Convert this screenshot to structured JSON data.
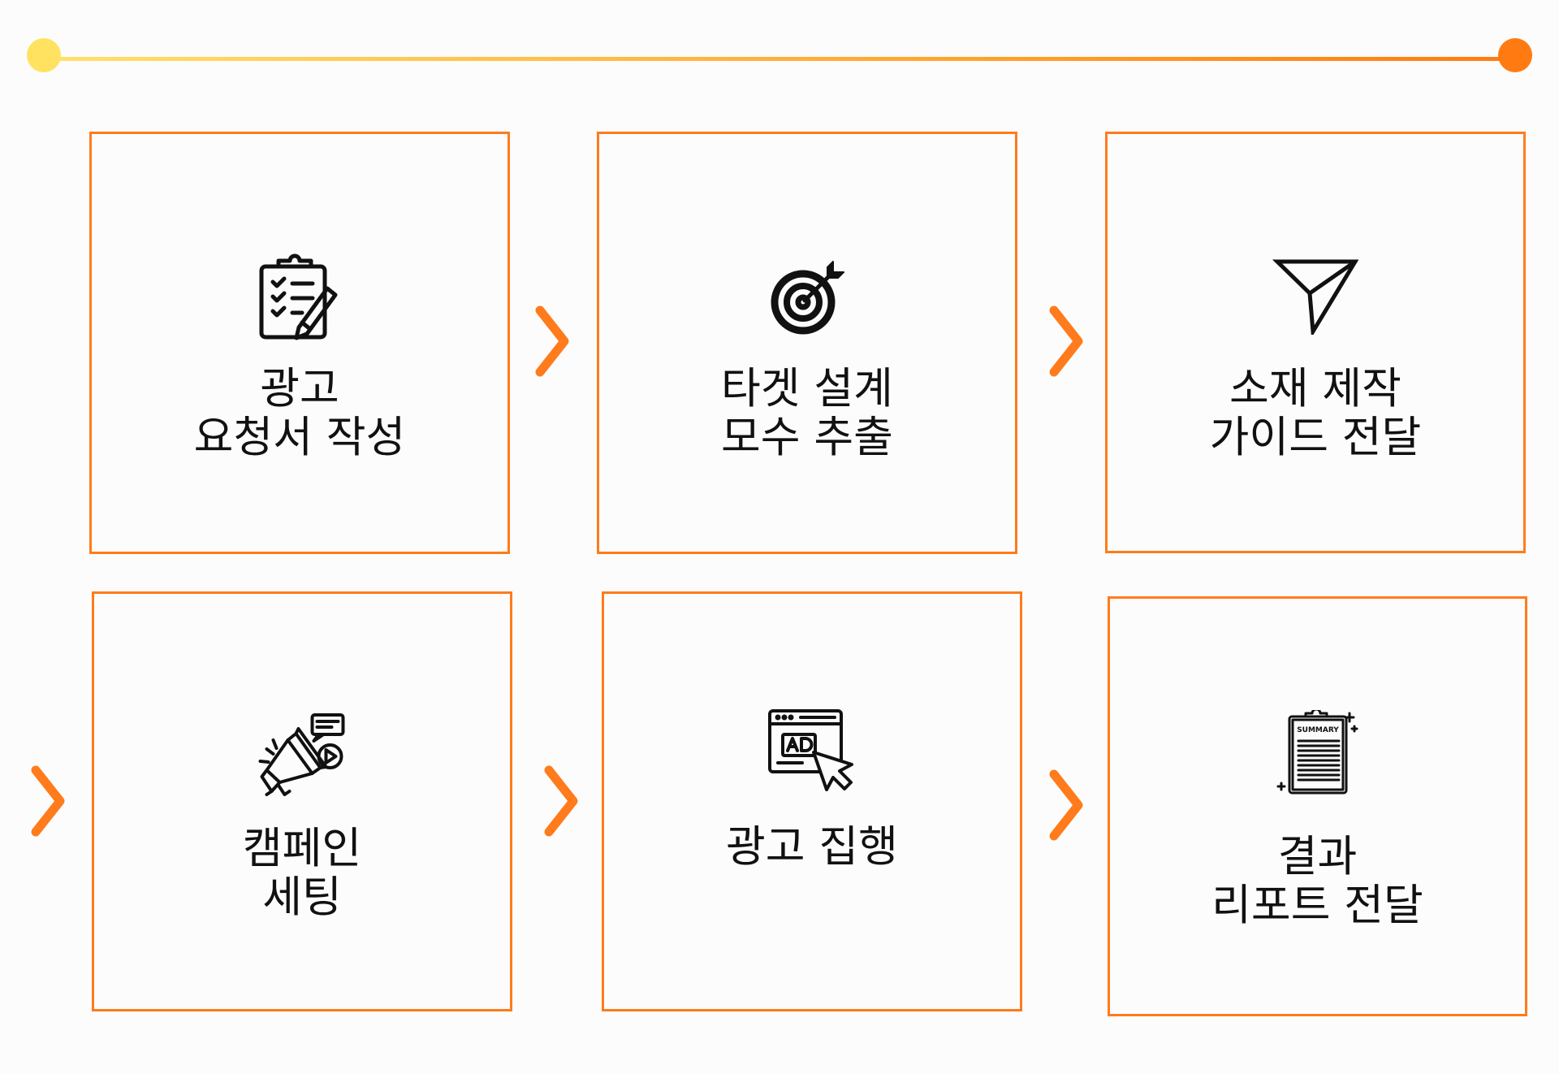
{
  "colors": {
    "accent": "#ff7b1c",
    "timeline_start": "#ffe25f",
    "timeline_end": "#ff7b11",
    "text": "#111111",
    "background": "#fcfcfc"
  },
  "steps": [
    {
      "label": "광고\n요청서 작성",
      "icon": "clipboard-checklist-pencil-icon"
    },
    {
      "label": "타겟 설계\n모수 추출",
      "icon": "target-arrow-icon"
    },
    {
      "label": "소재 제작\n가이드 전달",
      "icon": "paper-plane-icon"
    },
    {
      "label": "캠페인\n세팅",
      "icon": "megaphone-video-icon"
    },
    {
      "label": "광고 집행",
      "icon": "ad-cursor-icon"
    },
    {
      "label": "결과\n리포트 전달",
      "icon": "summary-report-icon"
    }
  ],
  "arrows": [
    "chevron-right-icon",
    "chevron-right-icon",
    "chevron-right-icon",
    "chevron-right-icon",
    "chevron-right-icon"
  ]
}
